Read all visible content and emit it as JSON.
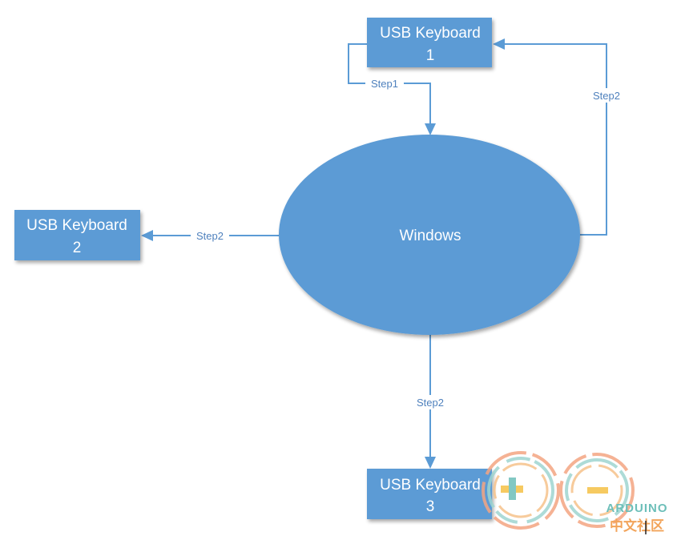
{
  "colors": {
    "node_fill": "#5b9bd5",
    "node_shadow": "#c6d3e2",
    "connector": "#5b9bd5",
    "label_text": "#4f81bd"
  },
  "nodes": {
    "keyboard1": {
      "line1": "USB Keyboard",
      "line2": "1"
    },
    "keyboard2": {
      "line1": "USB Keyboard",
      "line2": "2"
    },
    "keyboard3": {
      "line1": "USB Keyboard",
      "line2": "3"
    },
    "windows": {
      "label": "Windows"
    }
  },
  "edges": {
    "kb1_to_windows": {
      "label": "Step1"
    },
    "windows_to_kb1": {
      "label": "Step2"
    },
    "windows_to_kb2": {
      "label": "Step2"
    },
    "windows_to_kb3": {
      "label": "Step2"
    }
  },
  "watermark": {
    "brand": "ARDUINO",
    "subtitle": "中文社区"
  }
}
